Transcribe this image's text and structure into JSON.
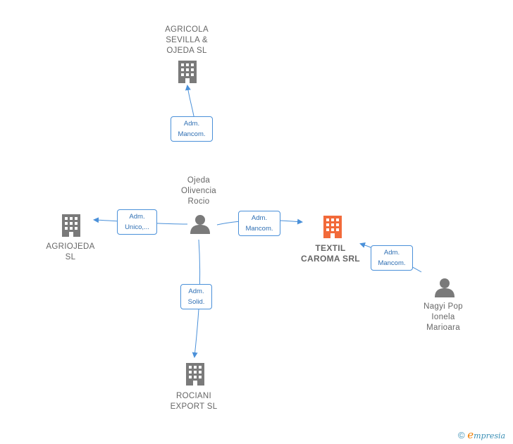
{
  "colors": {
    "edge": "#4a90d9",
    "node_gray": "#7a7a7a",
    "focus": "#f26a3a"
  },
  "nodes": {
    "agricola": {
      "label": "AGRICOLA\nSEVILLA &\nOJEDA  SL",
      "icon": "building-icon"
    },
    "agriojeda": {
      "label": "AGRIOJEDA\nSL",
      "icon": "building-icon"
    },
    "textil": {
      "label": "TEXTIL\nCAROMA SRL",
      "icon": "building-icon"
    },
    "rociani": {
      "label": "ROCIANI\nEXPORT  SL",
      "icon": "building-icon"
    },
    "ojeda": {
      "label": "Ojeda\nOlivencia\nRocio",
      "icon": "person-icon"
    },
    "nagyi": {
      "label": "Nagyi Pop\nIonela\nMarioara",
      "icon": "person-icon"
    }
  },
  "edges": {
    "to_agricola": "Adm.\nMancom.",
    "to_agriojeda": "Adm.\nUnico,...",
    "to_textil_ojeda": "Adm.\nMancom.",
    "to_rociani": "Adm.\nSolid.",
    "to_textil_nagyi": "Adm.\nMancom."
  },
  "footer": {
    "copyright": "©",
    "brand_initial": "e",
    "brand_rest": "mpresia"
  }
}
